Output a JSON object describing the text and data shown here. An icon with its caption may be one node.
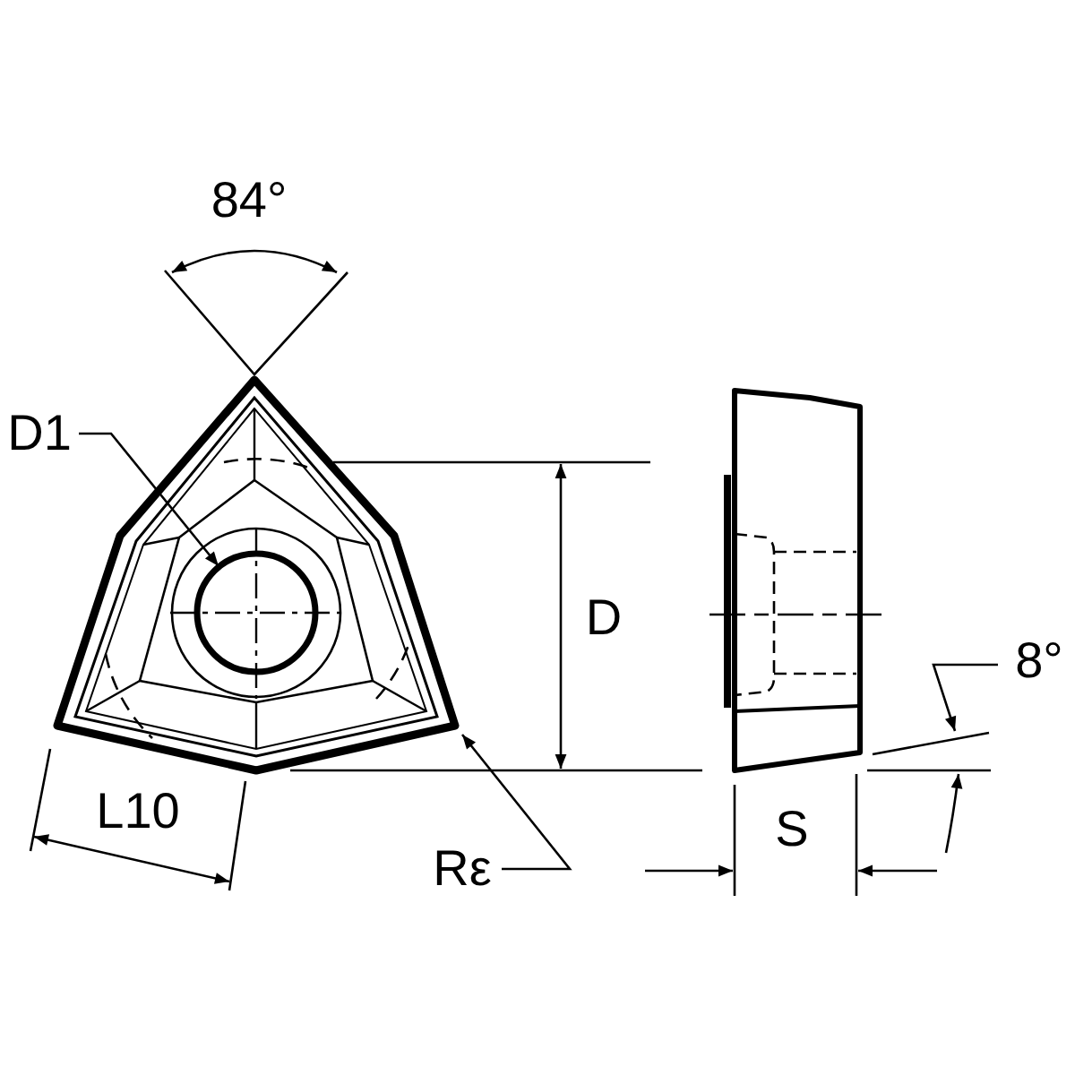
{
  "diagram": {
    "nodes": [
      {
        "text": [
          "D1"
        ]
      },
      {
        "text": [
          "Rε"
        ]
      },
      {
        "text": [],
        "shape": "picture"
      },
      {
        "text": [],
        "shape": "circle",
        "in": 2
      }
    ],
    "edges": [
      {
        "from": 0,
        "to": 3,
        "arrow": "to"
      },
      {
        "from": 1,
        "to": 2,
        "arrow": "to"
      }
    ],
    "labels": [
      "84°",
      "D",
      "8°",
      "L10",
      "S"
    ]
  }
}
